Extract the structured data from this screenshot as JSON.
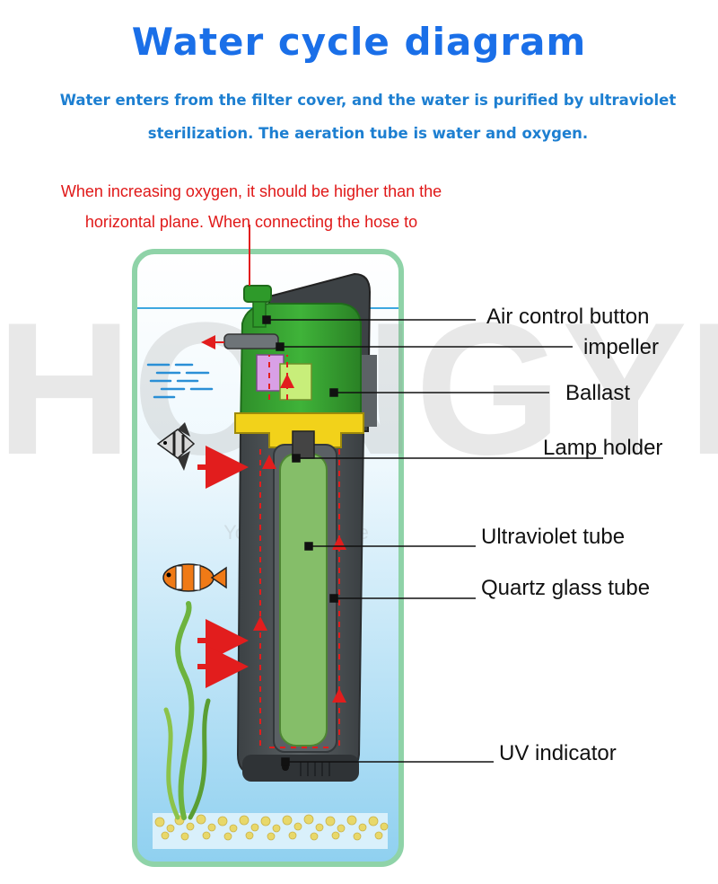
{
  "title": "Water cycle diagram",
  "intro": {
    "line1": "Water enters from the filter cover, and the water is purified by ultraviolet",
    "line2": "sterilization. The aeration tube is water and oxygen."
  },
  "note": {
    "line1": "When increasing oxygen, it should be higher than the",
    "line2": "horizontal plane. When connecting the hose to"
  },
  "labels": {
    "air_control_button": "Air control button",
    "impeller": "impeller",
    "ballast": "Ballast",
    "lamp_holder": "Lamp holder",
    "ultraviolet_tube": "Ultraviolet tube",
    "quartz_glass_tube": "Quartz glass tube",
    "uv_indicator": "UV indicator"
  },
  "watermark": {
    "brand": "HONGYI",
    "slogan": "Your best choice"
  },
  "colors": {
    "title": "#1a6fe8",
    "intro": "#1d7fd1",
    "note": "#e01818",
    "tank_border": "#8fd3a8",
    "filter_body": "#4a4f52",
    "filter_head": "#2e9a2a",
    "lamp_holder": "#f2d21a",
    "uv_tube": "#8ac96a",
    "flow_arrow": "#e21d1d"
  }
}
